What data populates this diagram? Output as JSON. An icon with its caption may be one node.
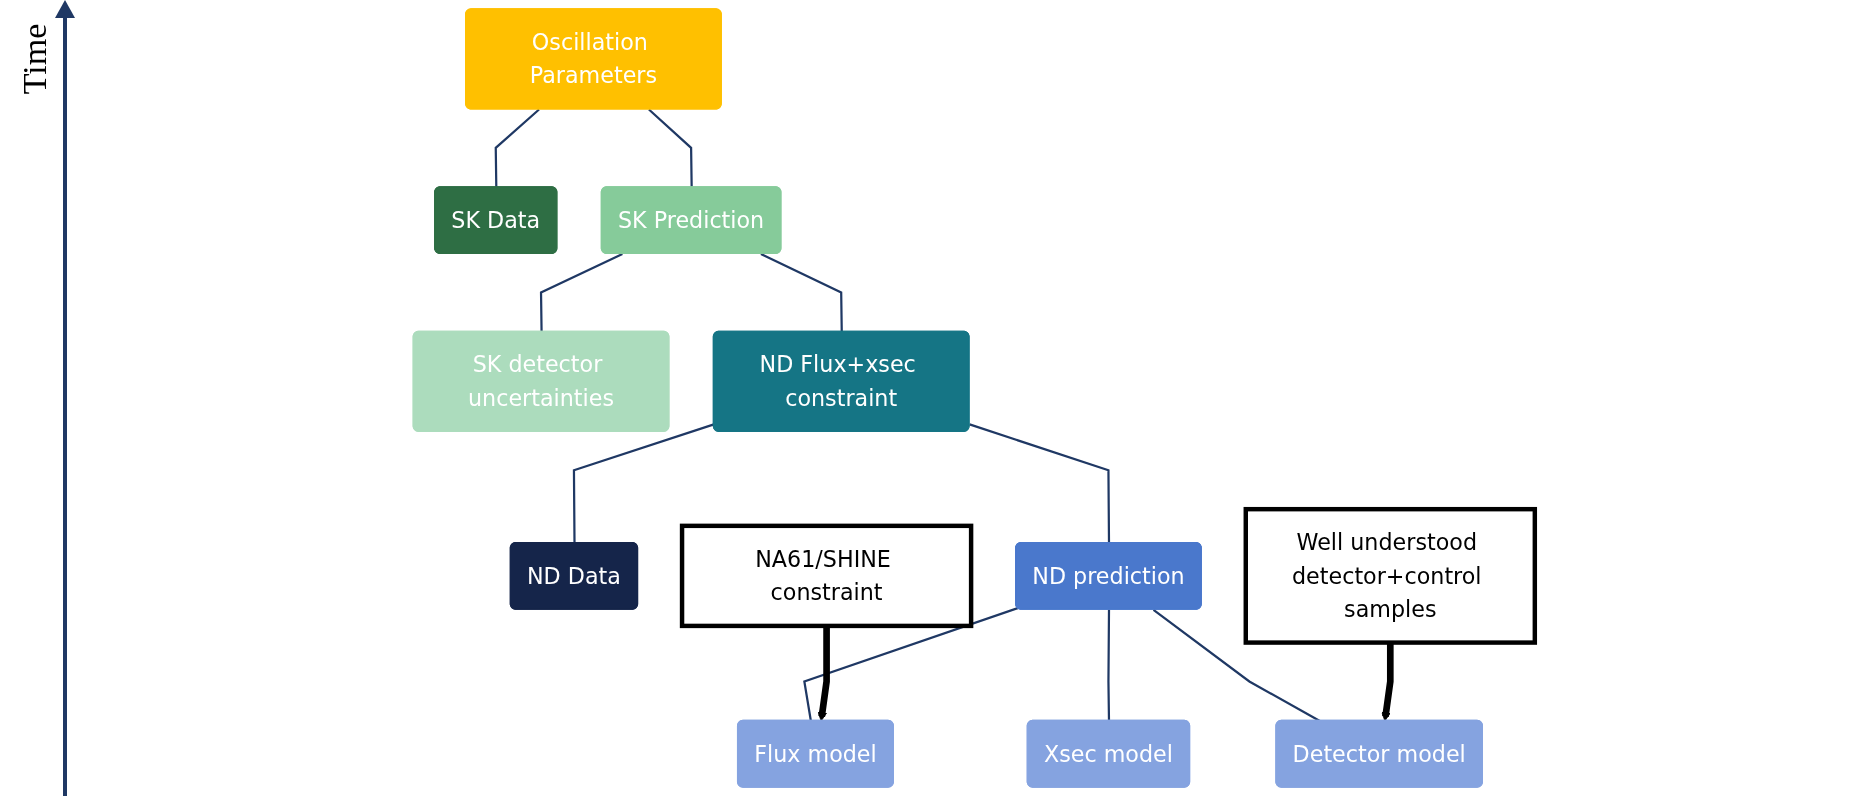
{
  "diagram": {
    "nodes": [
      {
        "text": [
          "Oscillation Parameters"
        ]
      },
      {
        "text": [
          "SK Data"
        ]
      },
      {
        "text": [
          "SK Prediction"
        ]
      },
      {
        "text": [
          "SK detector uncertainties"
        ]
      },
      {
        "text": [
          "ND Flux+xsec constraint"
        ]
      },
      {
        "text": [
          "ND Data"
        ]
      },
      {
        "text": [
          "ND prediction"
        ]
      },
      {
        "text": [
          "Flux model"
        ]
      },
      {
        "text": [
          "Xsec model"
        ]
      },
      {
        "text": [
          "Detector model"
        ]
      },
      {
        "text": [
          "NA61/SHINE constraint"
        ]
      },
      {
        "text": [
          "Well understood detector+control samples"
        ]
      }
    ],
    "edges": [
      {
        "from": 0,
        "to": 1,
        "arrow": "none"
      },
      {
        "from": 0,
        "to": 2,
        "arrow": "none"
      },
      {
        "from": 2,
        "to": 3,
        "arrow": "none"
      },
      {
        "from": 2,
        "to": 4,
        "arrow": "none"
      },
      {
        "from": 4,
        "to": 5,
        "arrow": "none"
      },
      {
        "from": 4,
        "to": 6,
        "arrow": "none"
      },
      {
        "from": 6,
        "to": 7,
        "arrow": "none"
      },
      {
        "from": 6,
        "to": 8,
        "arrow": "none"
      },
      {
        "from": 6,
        "to": 9,
        "arrow": "none"
      },
      {
        "from": 10,
        "to": 7,
        "arrow": "to",
        "style": "thick",
        "color": "#000000"
      },
      {
        "from": 11,
        "to": 9,
        "arrow": "to",
        "style": "thick",
        "color": "#000000"
      }
    ],
    "labels": [
      "Time"
    ]
  }
}
